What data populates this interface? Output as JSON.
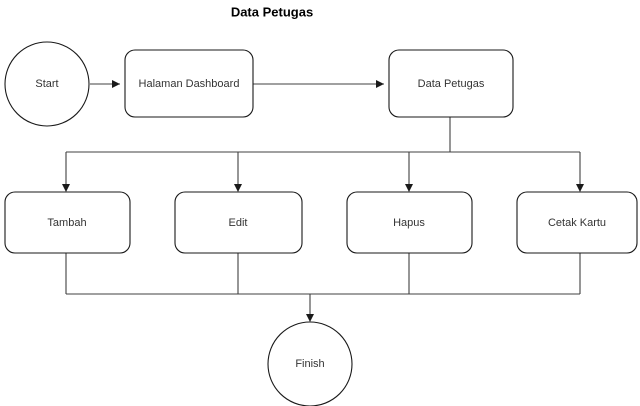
{
  "title": "Data Petugas",
  "colors": {
    "background": "#ffffff",
    "shape_stroke": "#1a1a1a",
    "shape_fill": "#ffffff",
    "connector_stroke": "#404040",
    "label_text": "#333333",
    "title_text": "#000000"
  },
  "nodes": {
    "start": {
      "label": "Start",
      "type": "terminator-circle"
    },
    "dashboard": {
      "label": "Halaman Dashboard",
      "type": "process-rounded"
    },
    "data_petugas": {
      "label": "Data Petugas",
      "type": "process-rounded"
    },
    "tambah": {
      "label": "Tambah",
      "type": "process-rounded"
    },
    "edit": {
      "label": "Edit",
      "type": "process-rounded"
    },
    "hapus": {
      "label": "Hapus",
      "type": "process-rounded"
    },
    "cetak_kartu": {
      "label": "Cetak Kartu",
      "type": "process-rounded"
    },
    "finish": {
      "label": "Finish",
      "type": "terminator-circle"
    }
  },
  "edges": [
    {
      "from": "start",
      "to": "dashboard",
      "arrow": true
    },
    {
      "from": "dashboard",
      "to": "data_petugas",
      "arrow": true
    },
    {
      "from": "data_petugas",
      "to": "tambah",
      "arrow": true
    },
    {
      "from": "data_petugas",
      "to": "edit",
      "arrow": true
    },
    {
      "from": "data_petugas",
      "to": "hapus",
      "arrow": true
    },
    {
      "from": "data_petugas",
      "to": "cetak_kartu",
      "arrow": true
    },
    {
      "from": "tambah",
      "to": "finish",
      "arrow": false
    },
    {
      "from": "edit",
      "to": "finish",
      "arrow": false
    },
    {
      "from": "hapus",
      "to": "finish",
      "arrow": false
    },
    {
      "from": "cetak_kartu",
      "to": "finish",
      "arrow": true
    }
  ]
}
